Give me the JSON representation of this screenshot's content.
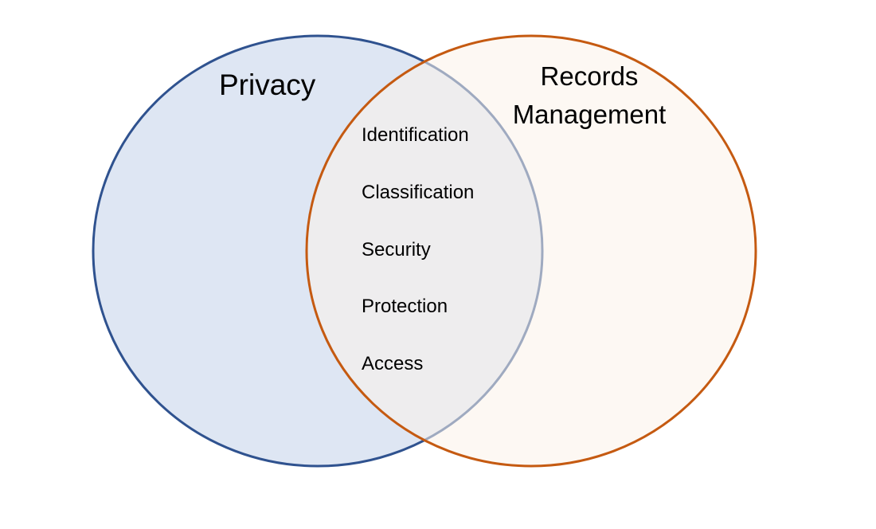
{
  "diagram": {
    "left_set": {
      "label": "Privacy",
      "fill": "#dee6f3",
      "stroke": "#2f528f"
    },
    "right_set": {
      "label_line1": "Records",
      "label_line2": "Management",
      "fill": "#fbf1e9",
      "stroke": "#c55a11"
    },
    "intersection_items": [
      "Identification",
      "Classification",
      "Security",
      "Protection",
      "Access"
    ]
  }
}
